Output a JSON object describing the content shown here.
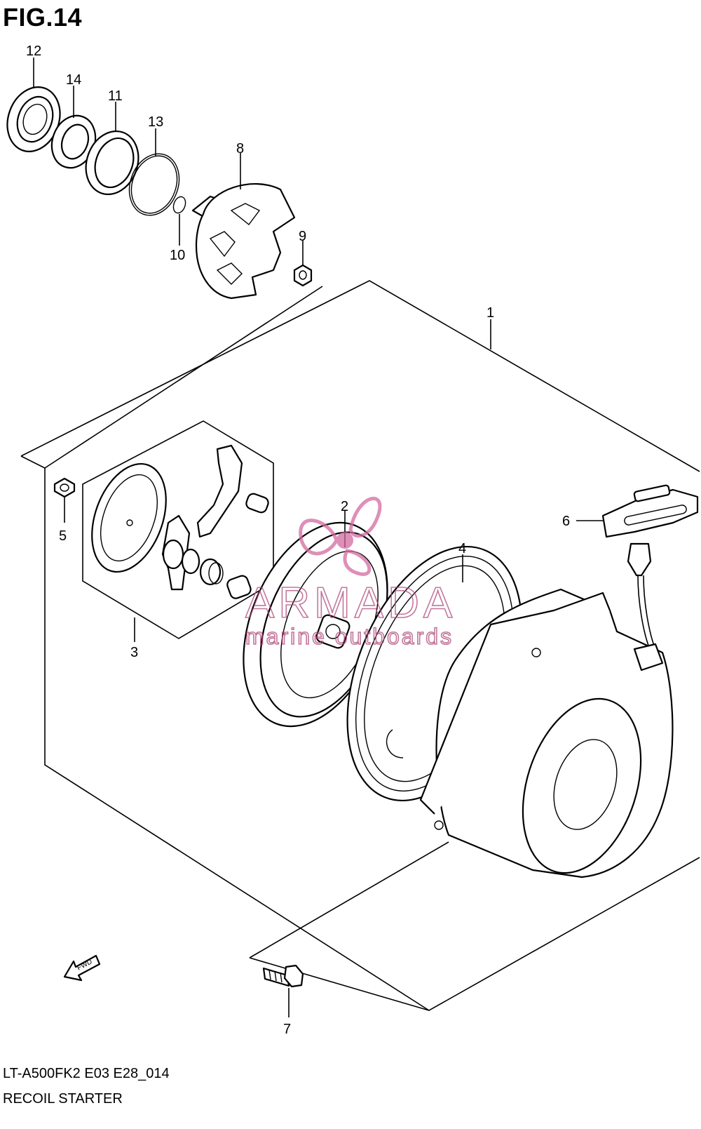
{
  "figure": {
    "title": "FIG.14",
    "model_code": "LT-A500FK2 E03 E28_014",
    "section_name": "RECOIL STARTER"
  },
  "fwd_label": "FWD",
  "watermark": {
    "brand": "ARMADA",
    "tagline": "marine outboards",
    "color": "#d46aa0"
  },
  "parts": [
    {
      "ref": "1"
    },
    {
      "ref": "2"
    },
    {
      "ref": "3"
    },
    {
      "ref": "4"
    },
    {
      "ref": "5"
    },
    {
      "ref": "6"
    },
    {
      "ref": "7"
    },
    {
      "ref": "8"
    },
    {
      "ref": "9"
    },
    {
      "ref": "10"
    },
    {
      "ref": "11"
    },
    {
      "ref": "12"
    },
    {
      "ref": "13"
    },
    {
      "ref": "14"
    }
  ]
}
